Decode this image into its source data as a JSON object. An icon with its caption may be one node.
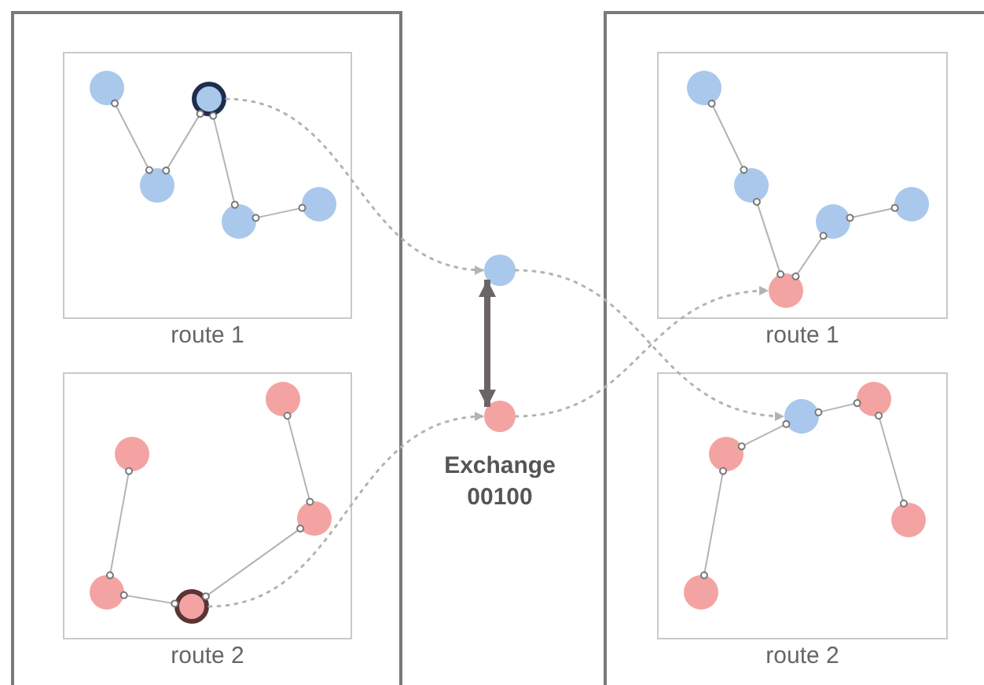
{
  "diagram": {
    "nodes": [
      {
        "text": [],
        "shape": "box"
      },
      {
        "text": [
          "route 1"
        ],
        "in": 0
      },
      {
        "text": [],
        "shape": "circle",
        "in": 1
      },
      {
        "text": [],
        "shape": "circle",
        "in": 1
      },
      {
        "text": [],
        "shape": "circle",
        "in": 1
      },
      {
        "text": [],
        "shape": "circle",
        "in": 1
      },
      {
        "text": [],
        "shape": "circle",
        "in": 1
      },
      {
        "text": [
          "route 2"
        ],
        "in": 0
      },
      {
        "text": [],
        "shape": "circle",
        "in": 7
      },
      {
        "text": [],
        "shape": "circle",
        "in": 7
      },
      {
        "text": [],
        "shape": "circle",
        "in": 7
      },
      {
        "text": [],
        "shape": "circle",
        "in": 7
      },
      {
        "text": [],
        "shape": "circle",
        "in": 7
      },
      {
        "text": [],
        "shape": "circle"
      },
      {
        "text": [],
        "shape": "circle"
      },
      {
        "text": [],
        "shape": "box"
      },
      {
        "text": [
          "route 1"
        ],
        "in": 15
      },
      {
        "text": [],
        "shape": "circle",
        "in": 16
      },
      {
        "text": [],
        "shape": "circle",
        "in": 16
      },
      {
        "text": [],
        "shape": "circle",
        "in": 16
      },
      {
        "text": [],
        "shape": "circle",
        "in": 16
      },
      {
        "text": [],
        "shape": "circle",
        "in": 16
      },
      {
        "text": [
          "route 2"
        ],
        "in": 15
      },
      {
        "text": [],
        "shape": "circle",
        "in": 22
      },
      {
        "text": [],
        "shape": "circle",
        "in": 22
      },
      {
        "text": [],
        "shape": "circle",
        "in": 22
      },
      {
        "text": [],
        "shape": "circle",
        "in": 22
      },
      {
        "text": [],
        "shape": "circle",
        "in": 22
      }
    ],
    "edges": [
      {
        "from": 2,
        "to": 3,
        "arrow": "other"
      },
      {
        "from": 3,
        "to": 4,
        "arrow": "other"
      },
      {
        "from": 4,
        "to": 5,
        "arrow": "other"
      },
      {
        "from": 5,
        "to": 6,
        "arrow": "other"
      },
      {
        "from": 9,
        "to": 8,
        "arrow": "other"
      },
      {
        "from": 8,
        "to": 10,
        "arrow": "other"
      },
      {
        "from": 10,
        "to": 12,
        "arrow": "other"
      },
      {
        "from": 12,
        "to": 11,
        "arrow": "other"
      },
      {
        "from": 4,
        "to": 13,
        "arrow": "to",
        "style": "dashed"
      },
      {
        "from": 10,
        "to": 14,
        "arrow": "to",
        "style": "dashed"
      },
      {
        "from": 14,
        "to": 13,
        "arrow": "to",
        "style": "thick",
        "color": "#6b6466"
      },
      {
        "from": 13,
        "to": 14,
        "arrow": "to",
        "style": "thick",
        "color": "#6b6466"
      },
      {
        "from": 13,
        "to": 25,
        "arrow": "to",
        "style": "dashed"
      },
      {
        "from": 14,
        "to": 19,
        "arrow": "to",
        "style": "dashed"
      },
      {
        "from": 17,
        "to": 18,
        "arrow": "other"
      },
      {
        "from": 18,
        "to": 19,
        "arrow": "other"
      },
      {
        "from": 19,
        "to": 20,
        "arrow": "other"
      },
      {
        "from": 20,
        "to": 21,
        "arrow": "other"
      },
      {
        "from": 23,
        "to": 24,
        "arrow": "other"
      },
      {
        "from": 24,
        "to": 25,
        "arrow": "other"
      },
      {
        "from": 25,
        "to": 26,
        "arrow": "other"
      },
      {
        "from": 26,
        "to": 27,
        "arrow": "other"
      }
    ],
    "labels": [
      "Exchange 00100"
    ]
  }
}
